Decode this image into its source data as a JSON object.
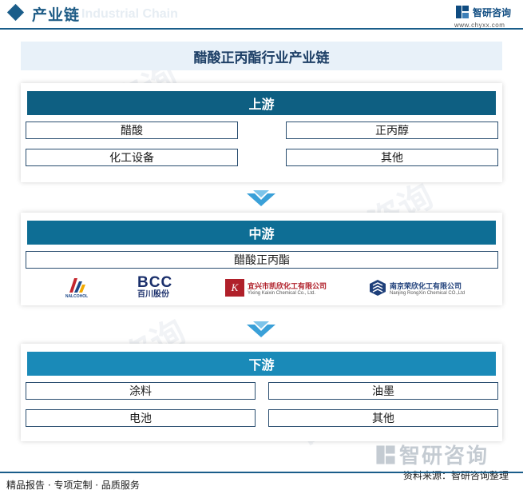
{
  "header": {
    "title": "产业链",
    "ghost_text": "Industrial Chain",
    "brand_name": "智研咨询",
    "brand_url": "www.chyxx.com"
  },
  "main_title": "醋酸正丙酯行业产业链",
  "upstream": {
    "heading": "上游",
    "items": [
      "醋酸",
      "正丙醇",
      "化工设备",
      "其他"
    ]
  },
  "midstream": {
    "heading": "中游",
    "product": "醋酸正丙酯",
    "logos": [
      {
        "name": "NALCOHOL",
        "icon": "nalcohol-logo"
      },
      {
        "name": "BCC",
        "subtitle": "百川股份",
        "icon": "bcc-logo"
      },
      {
        "cn": "宜兴市凯欣化工有限公司",
        "en": "Yixing Kaixin Chemical Co., Ltd.",
        "icon": "kaixin-logo"
      },
      {
        "cn": "南京荣欣化工有限公司",
        "en": "Nanjing RongXin Chemical CO.,Ltd",
        "icon": "rongxin-logo"
      }
    ]
  },
  "downstream": {
    "heading": "下游",
    "items": [
      "涂料",
      "油墨",
      "电池",
      "其他"
    ]
  },
  "watermark": "智研咨询",
  "footer": {
    "left": "精品报告 · 专项定制 · 品质服务",
    "source": "资料来源：智研咨询整理"
  },
  "colors": {
    "upstream": "#0e5f82",
    "midstream": "#0e6e95",
    "downstream": "#1a8ab8",
    "arrow": "#3aa0d8",
    "accent": "#1a5d8a"
  }
}
